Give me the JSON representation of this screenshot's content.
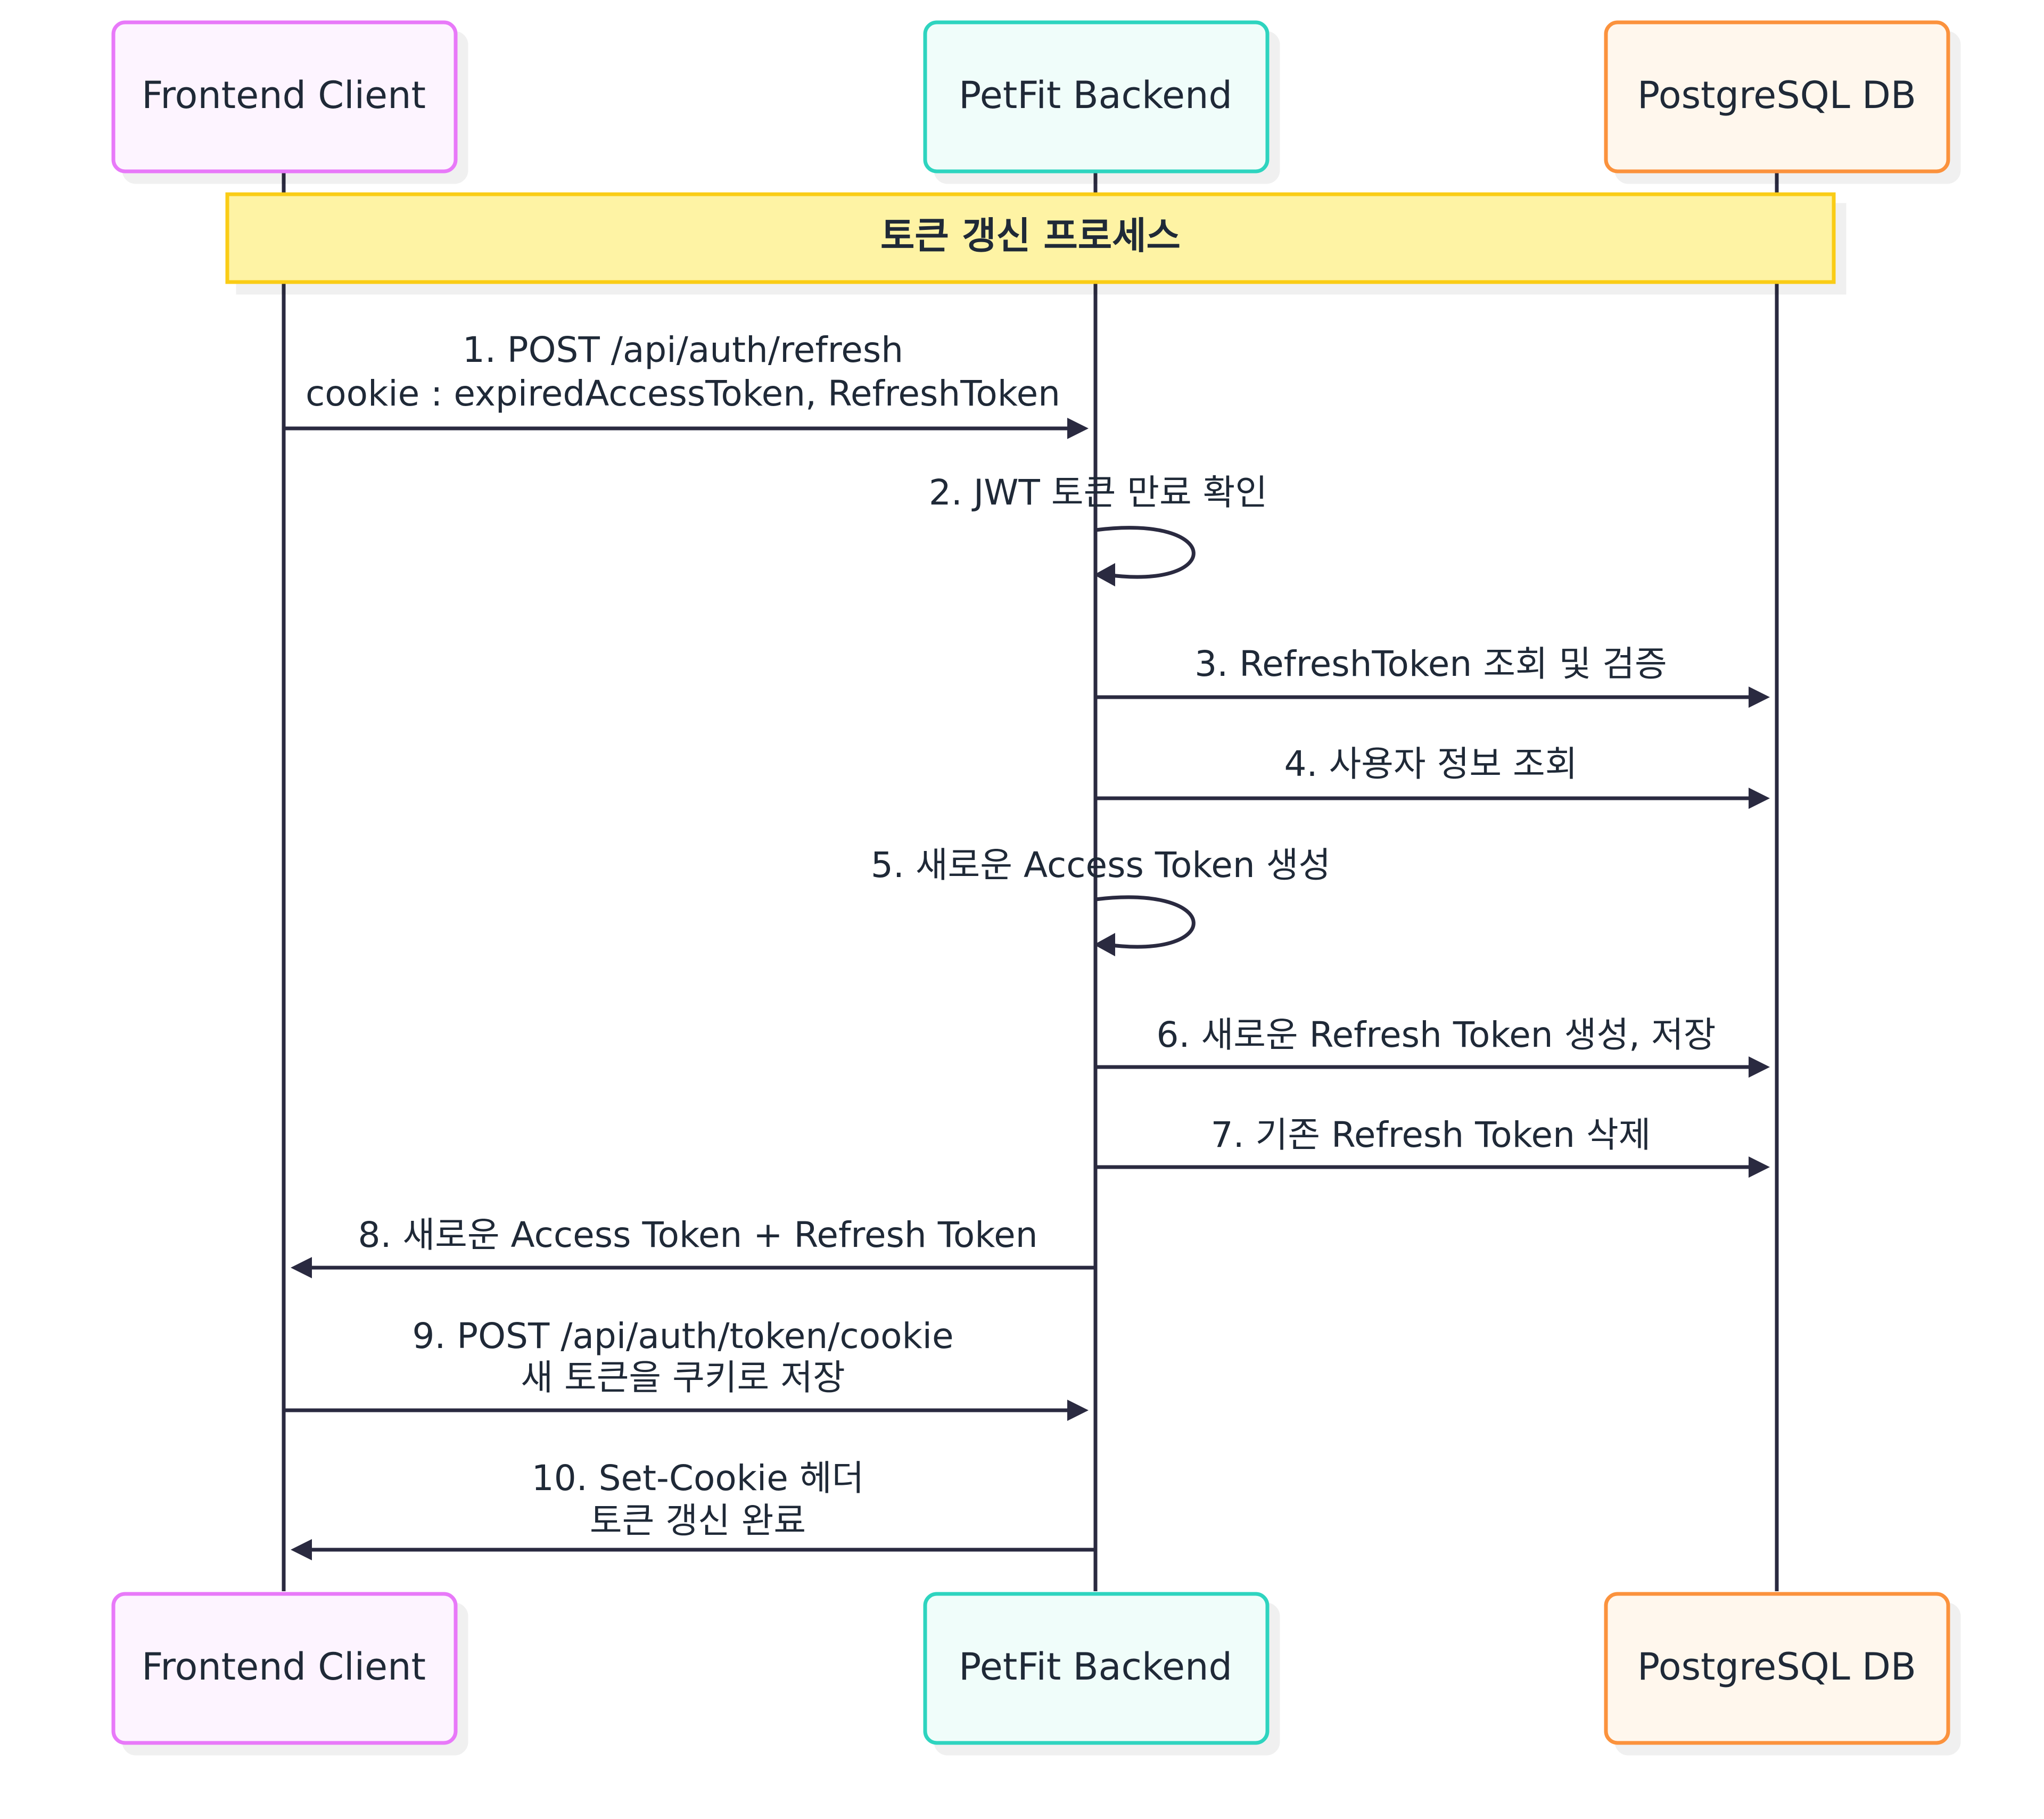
{
  "actors": [
    {
      "id": "frontend",
      "label": "Frontend Client",
      "stroke": "#e879f9",
      "fill": "#fdf4ff"
    },
    {
      "id": "backend",
      "label": "PetFit Backend",
      "stroke": "#2dd4bf",
      "fill": "#f0fdfa"
    },
    {
      "id": "db",
      "label": "PostgreSQL DB",
      "stroke": "#fb923c",
      "fill": "#fff7ed"
    }
  ],
  "note": {
    "text": "토큰 갱신 프로세스",
    "fill": "#fef3a4",
    "stroke": "#facc15"
  },
  "messages": [
    {
      "id": "m1",
      "from": "frontend",
      "to": "backend",
      "lines": [
        "1. POST /api/auth/refresh",
        "cookie : expiredAccessToken, RefreshToken"
      ]
    },
    {
      "id": "m2",
      "from": "backend",
      "to": "backend",
      "lines": [
        "2. JWT 토큰 만료 확인"
      ]
    },
    {
      "id": "m3",
      "from": "backend",
      "to": "db",
      "lines": [
        "3. RefreshToken 조회 및 검증"
      ]
    },
    {
      "id": "m4",
      "from": "backend",
      "to": "db",
      "lines": [
        "4. 사용자 정보 조회"
      ]
    },
    {
      "id": "m5",
      "from": "backend",
      "to": "backend",
      "lines": [
        "5. 새로운 Access Token 생성"
      ]
    },
    {
      "id": "m6",
      "from": "backend",
      "to": "db",
      "lines": [
        "6. 새로운 Refresh Token 생성, 저장"
      ]
    },
    {
      "id": "m7",
      "from": "backend",
      "to": "db",
      "lines": [
        "7. 기존 Refresh Token 삭제"
      ]
    },
    {
      "id": "m8",
      "from": "backend",
      "to": "frontend",
      "lines": [
        "8. 새로운 Access Token + Refresh Token"
      ]
    },
    {
      "id": "m9",
      "from": "frontend",
      "to": "backend",
      "lines": [
        "9. POST /api/auth/token/cookie",
        "새 토큰을 쿠키로 저장"
      ]
    },
    {
      "id": "m10",
      "from": "backend",
      "to": "frontend",
      "lines": [
        "10. Set-Cookie 헤더",
        "토큰 갱신 완료"
      ]
    }
  ],
  "colors": {
    "line": "#2a2a40",
    "text": "#1f2937"
  }
}
